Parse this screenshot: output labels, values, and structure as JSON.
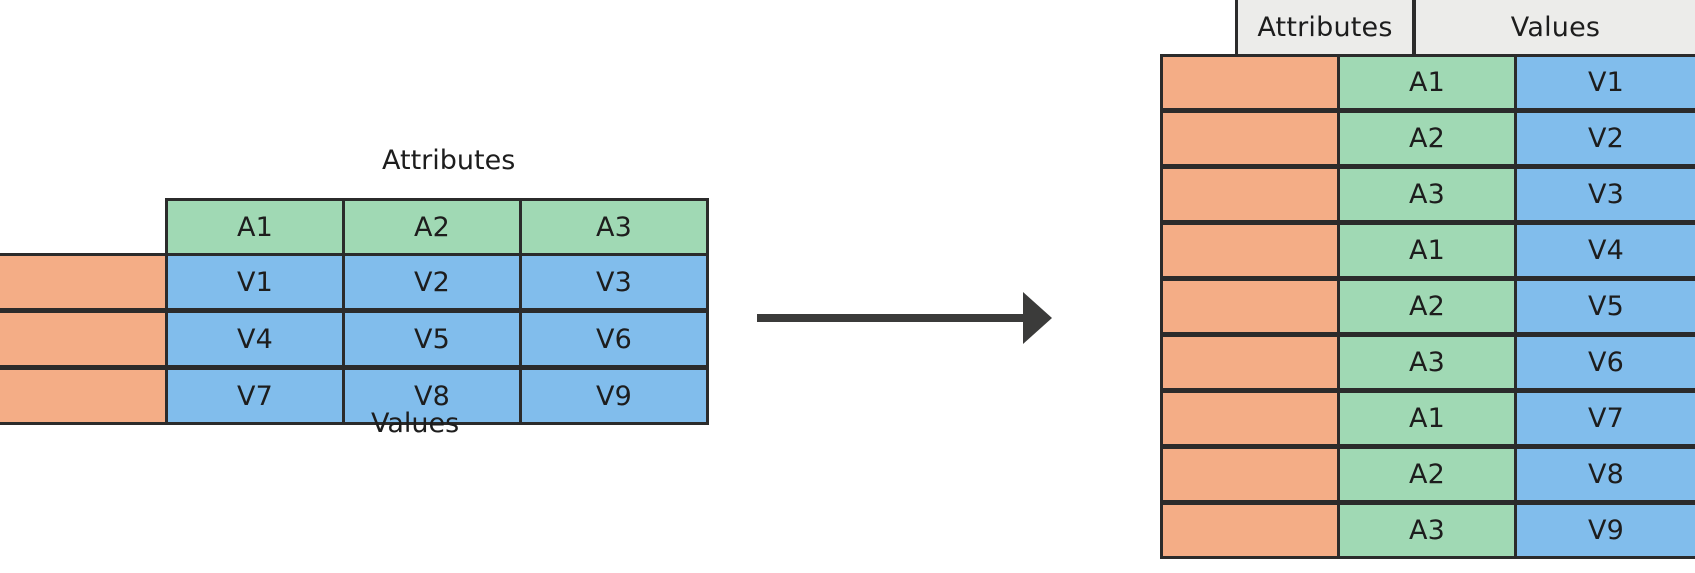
{
  "diagram": {
    "title_wide": "Attributes",
    "title_long": "Values",
    "arrow_name": "transform-arrow"
  },
  "wide_table": {
    "top_label": "Attributes",
    "bottom_label": "Values",
    "key_column": {
      "label": "",
      "rows": [
        "",
        "",
        ""
      ]
    },
    "header_row": [
      "A1",
      "A2",
      "A3"
    ],
    "value_rows": [
      [
        "V1",
        "V2",
        "V3"
      ],
      [
        "V4",
        "V5",
        "V6"
      ],
      [
        "V7",
        "V8",
        "V9"
      ]
    ]
  },
  "long_table": {
    "headers": [
      "Attributes",
      "Values"
    ],
    "rows": [
      {
        "key": "",
        "attribute": "A1",
        "value": "V1"
      },
      {
        "key": "",
        "attribute": "A2",
        "value": "V2"
      },
      {
        "key": "",
        "attribute": "A3",
        "value": "V3"
      },
      {
        "key": "",
        "attribute": "A1",
        "value": "V4"
      },
      {
        "key": "",
        "attribute": "A2",
        "value": "V5"
      },
      {
        "key": "",
        "attribute": "A3",
        "value": "V6"
      },
      {
        "key": "",
        "attribute": "A1",
        "value": "V7"
      },
      {
        "key": "",
        "attribute": "A2",
        "value": "V8"
      },
      {
        "key": "",
        "attribute": "A3",
        "value": "V9"
      }
    ]
  },
  "colors": {
    "attribute_fill": "#a0d9b4",
    "value_fill": "#81bdec",
    "key_fill": "#f4ad86",
    "header_fill": "#ececea",
    "border": "#2b2b2b",
    "arrow": "#3b3b3a",
    "text": "#1d1d1d",
    "background": "#ffffff"
  }
}
